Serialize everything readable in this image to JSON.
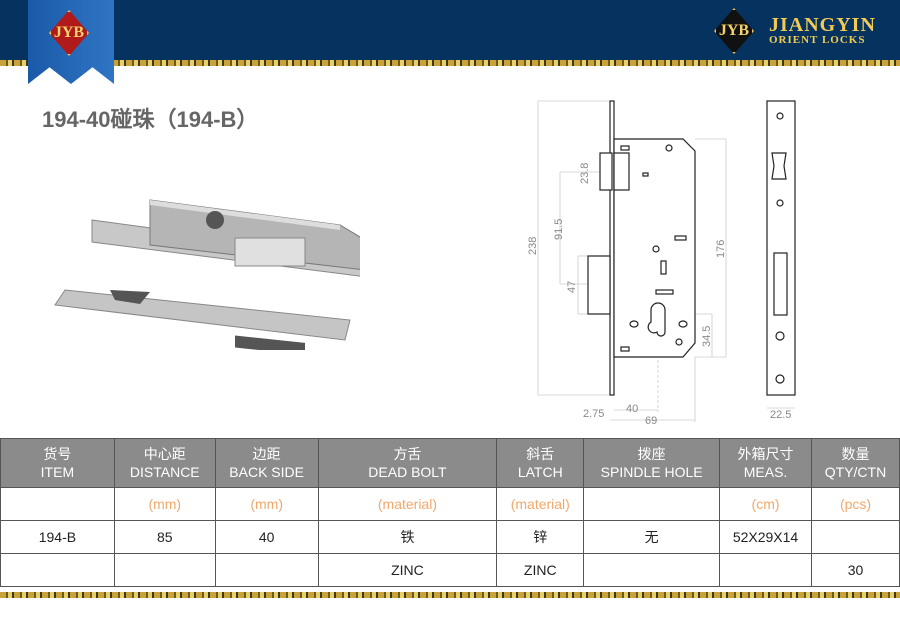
{
  "header": {
    "logo_text": "JYB",
    "brand_line1": "JIANGYIN",
    "brand_line2": "ORIENT LOCKS"
  },
  "product": {
    "title": "194-40碰珠（194-B）"
  },
  "drawing": {
    "dims": [
      "238",
      "23.8",
      "91.5",
      "47",
      "176",
      "34.5",
      "2.75",
      "40",
      "69",
      "22.5"
    ]
  },
  "table": {
    "headers": [
      [
        "货号",
        "ITEM"
      ],
      [
        "中心距",
        "DISTANCE"
      ],
      [
        "边距",
        "BACK SIDE"
      ],
      [
        "方舌",
        "DEAD BOLT"
      ],
      [
        "斜舌",
        "LATCH"
      ],
      [
        "拨座",
        "SPINDLE HOLE"
      ],
      [
        "外箱尺寸",
        "MEAS."
      ],
      [
        "数量",
        "QTY/CTN"
      ]
    ],
    "units": [
      "",
      "(mm)",
      "(mm)",
      "(material)",
      "(material)",
      "",
      "(cm)",
      "(pcs)"
    ],
    "rows": [
      [
        "194-B",
        "85",
        "40",
        "铁",
        "锌",
        "无",
        "52X29X14",
        ""
      ],
      [
        "",
        "",
        "",
        "ZINC",
        "ZINC",
        "",
        "",
        "30"
      ]
    ]
  }
}
